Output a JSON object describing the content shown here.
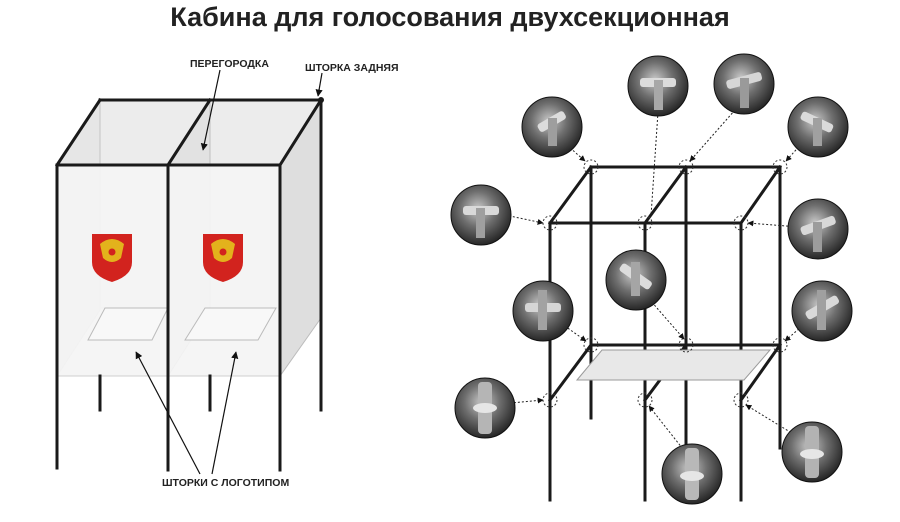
{
  "title": "Кабина для голосования двухсекционная",
  "left_diagram": {
    "label_partition": "ПЕРЕГОРОДКА",
    "label_back_curtain": "ШТОРКА ЗАДНЯЯ",
    "label_logo_curtains": "ШТОРКИ С ЛОГОТИПОМ",
    "emblem": "coat-of-arms-russia"
  },
  "right_diagram": {
    "detail_callouts": [
      "connector-detail-1",
      "connector-detail-2",
      "connector-detail-3",
      "connector-detail-4",
      "connector-detail-5",
      "connector-detail-6",
      "connector-detail-7",
      "connector-detail-8",
      "connector-detail-9",
      "connector-detail-10",
      "connector-detail-11",
      "connector-detail-12"
    ]
  },
  "colors": {
    "frame": "#1a1a1a",
    "emblem_red": "#d2231e",
    "emblem_gold": "#e3b21c",
    "panel": "#eeeeee"
  }
}
